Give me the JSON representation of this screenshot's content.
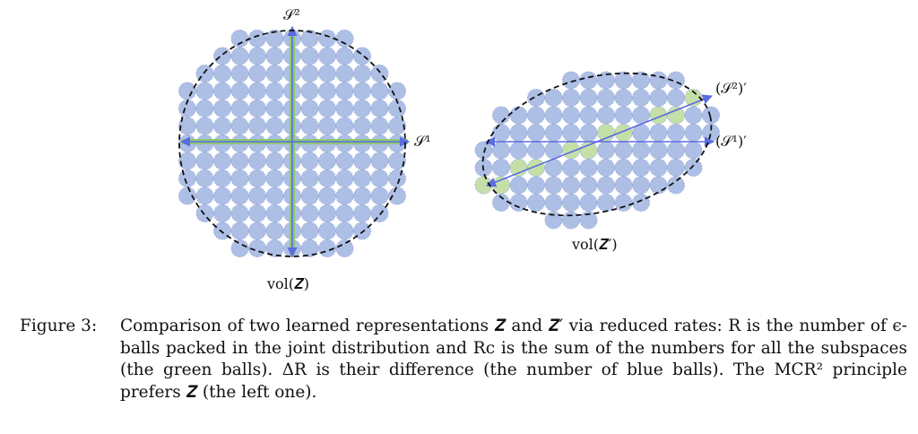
{
  "figure": {
    "left_panel": {
      "vertical_axis_label": "𝒮²",
      "horizontal_axis_label": "𝒮¹",
      "volume_label": "vol(𝒁)"
    },
    "right_panel": {
      "axis2_label": "(𝒮²)′",
      "axis1_label": "(𝒮¹)′",
      "volume_label": "vol(𝒁′)"
    },
    "colors": {
      "blue_ball": "#aebfe6",
      "blue_ball_stroke": "#8fa3cf",
      "green_ball": "#c4e0a8",
      "axis_line": "#5b6be0",
      "green_line": "#8bc96a",
      "boundary": "#111111"
    }
  },
  "caption": {
    "number": "Figure 3:",
    "text": "Comparison of two learned representations 𝒁 and 𝒁′ via reduced rates: R is the number of ϵ-balls packed in the joint distribution and Rc is the sum of the numbers for all the subspaces (the green balls). ΔR is their difference (the number of blue balls). The MCR² principle prefers 𝒁 (the left one)."
  }
}
